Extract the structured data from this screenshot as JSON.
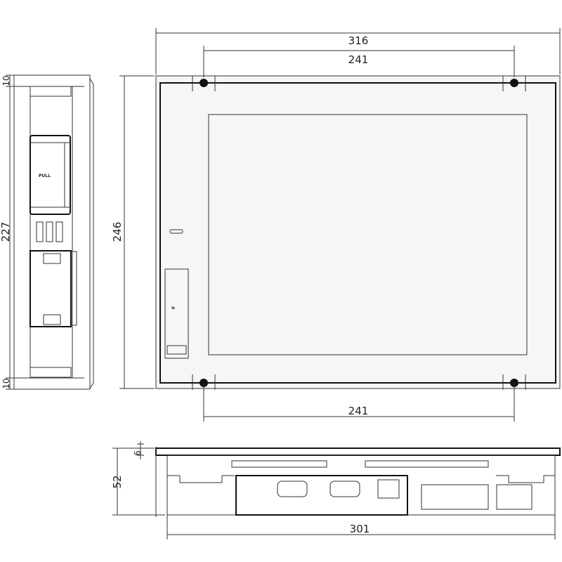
{
  "drawing": {
    "front_view": {
      "width_overall": "316",
      "mount_spacing_top": "241",
      "mount_spacing_bottom": "241",
      "height_overall": "246"
    },
    "side_view": {
      "height_body": "227",
      "top_margin": "10",
      "bottom_margin": "10",
      "pull_label": "PULL"
    },
    "bottom_view": {
      "bezel_thickness": "6",
      "depth": "52",
      "body_width": "301"
    }
  }
}
